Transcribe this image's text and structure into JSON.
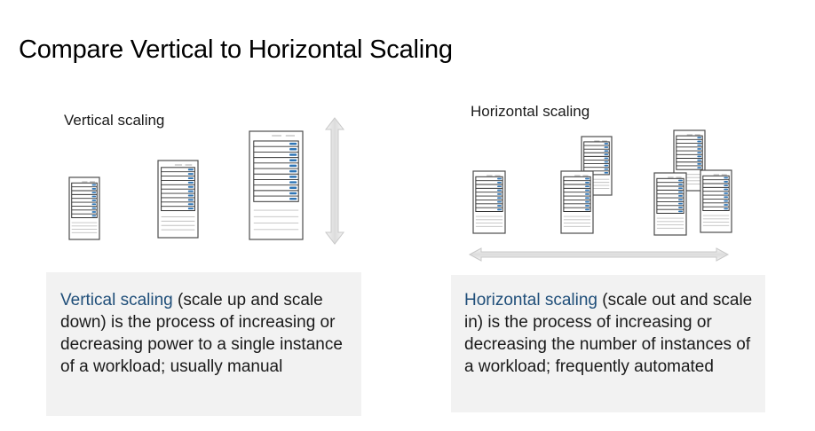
{
  "title": "Compare Vertical to Horizontal Scaling",
  "colors": {
    "accent_text": "#1f4e79",
    "server_led": "#2e75b6",
    "box_bg": "#f2f2f2",
    "arrow_fill": "#e6e6e6"
  },
  "vertical": {
    "label": "Vertical scaling",
    "description_term": "Vertical scaling",
    "description_rest": " (scale up and scale down) is the process of increasing or decreasing power to a single instance of a workload; usually manual",
    "server_sizes": [
      "small",
      "medium",
      "large"
    ],
    "arrow_direction": "vertical"
  },
  "horizontal": {
    "label": "Horizontal scaling",
    "description_term": "Horizontal scaling",
    "description_rest": " (scale out and scale in) is the process of increasing or decreasing the number of instances of a workload; frequently automated",
    "instance_counts": [
      1,
      2,
      3
    ],
    "arrow_direction": "horizontal"
  }
}
